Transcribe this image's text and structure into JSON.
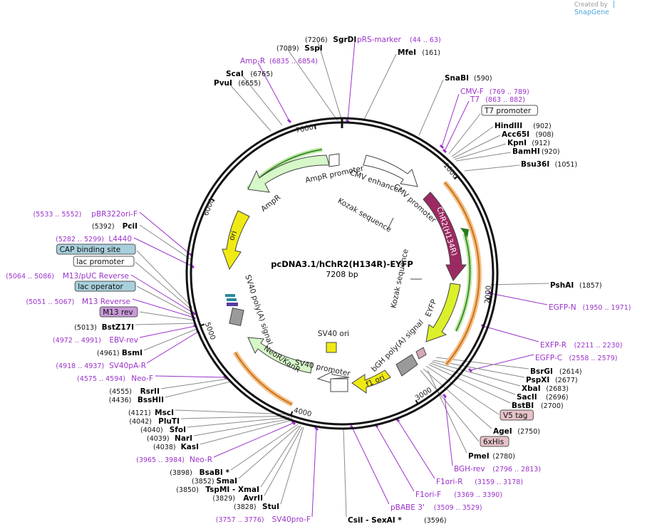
{
  "brand": {
    "created_by": "Created by",
    "name": "SnapGene"
  },
  "plasmid": {
    "name": "pcDNA3.1/hChR2(H134R)-EYFP",
    "size": "7208 bp"
  },
  "ticks": [
    "1000",
    "2000",
    "3000",
    "4000",
    "5000",
    "6000",
    "7000"
  ],
  "colors": {
    "backbone": "#111111",
    "primer": "#9b32c9",
    "chr2": "#9c2a62",
    "eyfp": "#dcf02a",
    "ori": "#f0ea14",
    "ampr": "#d6f7c8",
    "promoter": "#ffffff",
    "orange": "#f09a3a"
  },
  "features": {
    "ampr_promoter": "AmpR promoter",
    "ampr": "AmpR",
    "ori": "ori",
    "cmv_enhancer": "CMV enhancer",
    "cmv_promoter": "CMV promoter",
    "kozak1": "Kozak sequence",
    "kozak2": "Kozak sequence",
    "chr2": "ChR2(H134R)",
    "eyfp": "EYFP",
    "sv40_polya": "SV40 poly(A) signal",
    "sv40_ori": "SV40 ori",
    "bgh_polya": "bGH poly(A) signal",
    "neor": "NeoR/KanR",
    "sv40_promoter": "SV40 promoter",
    "f1ori": "f1 ori"
  },
  "labels": {
    "sgrdi": {
      "name": "SgrDI",
      "pos": "(7206)"
    },
    "sspi": {
      "name": "SspI",
      "pos": "(7089)"
    },
    "prs_marker": {
      "name": "pRS-marker",
      "pos": "(44 .. 63)"
    },
    "mfei": {
      "name": "MfeI",
      "pos": "(161)"
    },
    "ampr_primer": {
      "name": "Amp-R",
      "pos": "(6835 .. 6854)"
    },
    "scai": {
      "name": "ScaI",
      "pos": "(6765)"
    },
    "pvui": {
      "name": "PvuI",
      "pos": "(6655)"
    },
    "snabi": {
      "name": "SnaBI",
      "pos": "(590)"
    },
    "cmvf": {
      "name": "CMV-F",
      "pos": "(769 .. 789)"
    },
    "t7": {
      "name": "T7",
      "pos": "(863 .. 882)"
    },
    "t7_promoter": {
      "name": "T7 promoter"
    },
    "hindiii": {
      "name": "HindIII",
      "pos": "(902)"
    },
    "acc65i": {
      "name": "Acc65I",
      "pos": "(908)"
    },
    "kpni": {
      "name": "KpnI",
      "pos": "(912)"
    },
    "bamhi": {
      "name": "BamHI",
      "pos": "(920)"
    },
    "bsu36i": {
      "name": "Bsu36I",
      "pos": "(1051)"
    },
    "pbr322": {
      "name": "pBR322ori-F",
      "pos": "(5533 .. 5552)"
    },
    "pcii": {
      "name": "PciI",
      "pos": "(5392)"
    },
    "l4440": {
      "name": "L4440",
      "pos": "(5282 .. 5299)"
    },
    "cap": {
      "name": "CAP binding site"
    },
    "lacpro": {
      "name": "lac promoter"
    },
    "m13puc": {
      "name": "M13/pUC Reverse",
      "pos": "(5064 .. 5086)"
    },
    "lacop": {
      "name": "lac operator"
    },
    "m13rev_p": {
      "name": "M13 Reverse",
      "pos": "(5051 .. 5067)"
    },
    "m13rev": {
      "name": "M13 rev"
    },
    "bstz17i": {
      "name": "BstZ17I",
      "pos": "(5013)"
    },
    "ebvrev": {
      "name": "EBV-rev",
      "pos": "(4972 .. 4991)"
    },
    "bsmi": {
      "name": "BsmI",
      "pos": "(4961)"
    },
    "sv40pa": {
      "name": "SV40pA-R",
      "pos": "(4918 .. 4937)"
    },
    "neof": {
      "name": "Neo-F",
      "pos": "(4575 .. 4594)"
    },
    "rsrii": {
      "name": "RsrII",
      "pos": "(4555)"
    },
    "bsshii": {
      "name": "BssHII",
      "pos": "(4436)"
    },
    "psha": {
      "name": "PshAI",
      "pos": "(1857)"
    },
    "egfpn": {
      "name": "EGFP-N",
      "pos": "(1950 .. 1971)"
    },
    "exfpr": {
      "name": "EXFP-R",
      "pos": "(2211 .. 2230)"
    },
    "egfpc": {
      "name": "EGFP-C",
      "pos": "(2558 .. 2579)"
    },
    "bsrgi": {
      "name": "BsrGI",
      "pos": "(2614)"
    },
    "pspxi": {
      "name": "PspXI",
      "pos": "(2677)"
    },
    "xbai": {
      "name": "XbaI",
      "pos": "(2683)"
    },
    "sacii": {
      "name": "SacII",
      "pos": "(2696)"
    },
    "bstbi": {
      "name": "BstBI",
      "pos": "(2700)"
    },
    "v5tag": {
      "name": "V5 tag"
    },
    "agei": {
      "name": "AgeI",
      "pos": "(2750)"
    },
    "sixhis": {
      "name": "6xHis"
    },
    "pmei": {
      "name": "PmeI",
      "pos": "(2780)"
    },
    "bghrev": {
      "name": "BGH-rev",
      "pos": "(2796 .. 2813)"
    },
    "f1orir": {
      "name": "F1ori-R",
      "pos": "(3159 .. 3178)"
    },
    "f1orif": {
      "name": "F1ori-F",
      "pos": "(3369 .. 3390)"
    },
    "pbabe": {
      "name": "pBABE 3'",
      "pos": "(3509 .. 3529)"
    },
    "csii": {
      "name": "CsiI  - SexAI *",
      "pos": "(3596)"
    },
    "msci": {
      "name": "MscI",
      "pos": "(4121)"
    },
    "pluti": {
      "name": "PluTI",
      "pos": "(4042)"
    },
    "sfoi": {
      "name": "SfoI",
      "pos": "(4040)"
    },
    "nari": {
      "name": "NarI",
      "pos": "(4039)"
    },
    "kasi": {
      "name": "KasI",
      "pos": "(4038)"
    },
    "neor_p": {
      "name": "Neo-R",
      "pos": "(3965 .. 3984)"
    },
    "bsabi": {
      "name": "BsaBI *",
      "pos": "(3898)"
    },
    "smai": {
      "name": "SmaI",
      "pos": "(3852)"
    },
    "tspmi": {
      "name": "TspMI - XmaI",
      "pos": "(3850)"
    },
    "avrii": {
      "name": "AvrII",
      "pos": "(3829)"
    },
    "stui": {
      "name": "StuI",
      "pos": "(3828)"
    },
    "sv40pro": {
      "name": "SV40pro-F",
      "pos": "(3757 .. 3776)"
    }
  }
}
